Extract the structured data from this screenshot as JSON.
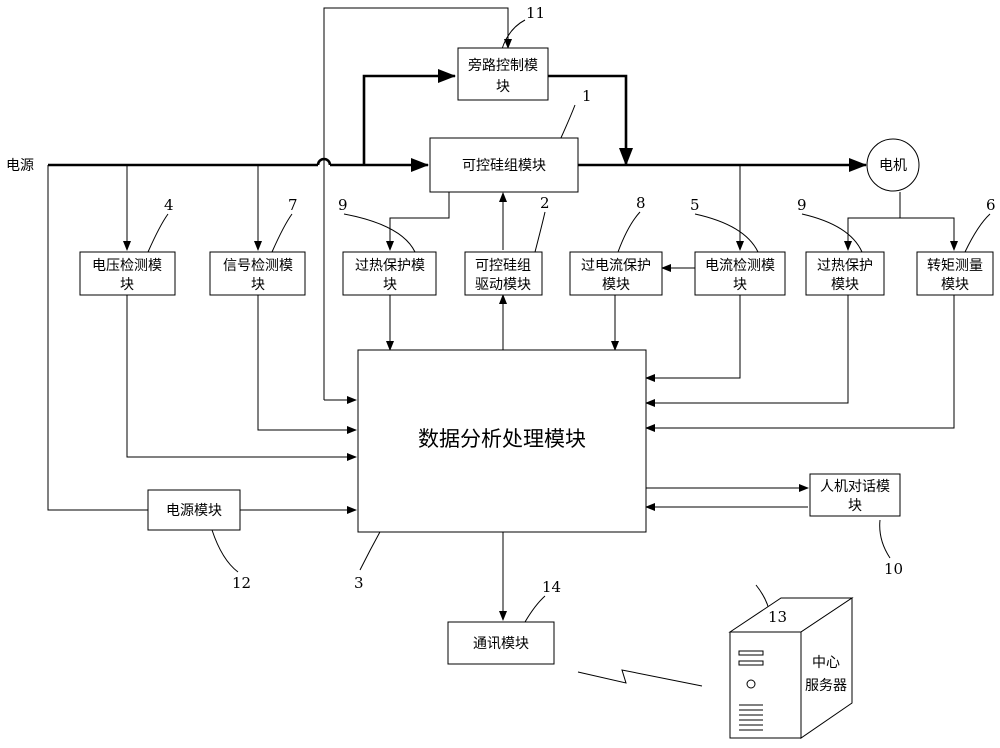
{
  "modules": {
    "power_source": "电源",
    "bypass_control": [
      "旁路控制模",
      "块"
    ],
    "thyristor_group": "可控硅组模块",
    "motor": "电机",
    "voltage_detect": [
      "电压检测模",
      "块"
    ],
    "signal_detect": [
      "信号检测模",
      "块"
    ],
    "overheat_protect_1": [
      "过热保护模",
      "块"
    ],
    "thyristor_drive": [
      "可控硅组",
      "驱动模块"
    ],
    "overcurrent_protect": [
      "过电流保护",
      "模块"
    ],
    "current_detect": [
      "电流检测模",
      "块"
    ],
    "overheat_protect_2": [
      "过热保护",
      "模块"
    ],
    "torque_measure": [
      "转矩测量",
      "模块"
    ],
    "data_analysis": "数据分析处理模块",
    "hmi": [
      "人机对话模",
      "块"
    ],
    "power_module": "电源模块",
    "comm_module": "通讯模块",
    "central_server": [
      "中心",
      "服务器"
    ]
  },
  "numbers": {
    "n1": "1",
    "n2": "2",
    "n3": "3",
    "n4": "4",
    "n5": "5",
    "n6": "6",
    "n7": "7",
    "n8": "8",
    "n9a": "9",
    "n9b": "9",
    "n10": "10",
    "n11": "11",
    "n12": "12",
    "n13": "13",
    "n14": "14"
  }
}
